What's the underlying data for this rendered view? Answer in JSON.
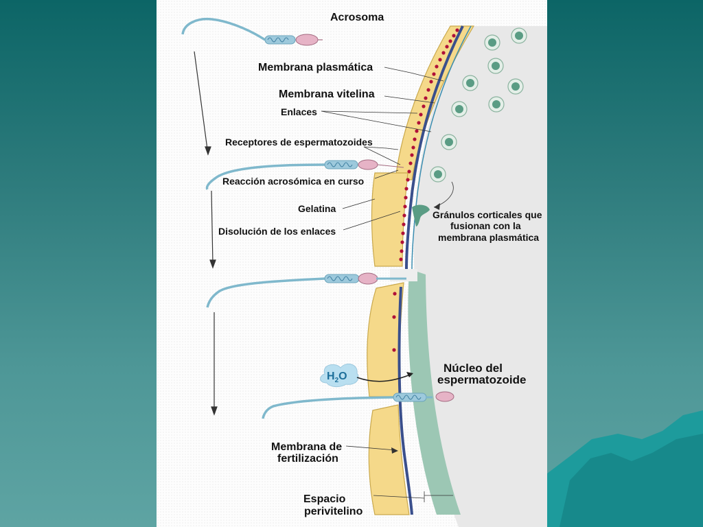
{
  "colors": {
    "slide_bg": "#0c6566",
    "jelly": "#f5d98a",
    "cytoplasm": "#e6e6e6",
    "perivitelline": "#9cc7b4",
    "membrane": "#3a4f8c",
    "receptor_dot": "#b01038",
    "sperm_tail": "#9dc9dc",
    "acrosome": "#e6b3c6",
    "granule": "#5a9c84"
  },
  "labels": {
    "acrosoma": "Acrosoma",
    "membrana_plasmatica": "Membrana plasmática",
    "membrana_vitelina": "Membrana vitelina",
    "enlaces": "Enlaces",
    "receptores": "Receptores de espermatozoides",
    "reaccion": "Reacción acrosómica en curso",
    "gelatina": "Gelatina",
    "disolucion": "Disolución de los enlaces",
    "granulos_1": "Gránulos corticales que",
    "granulos_2": "fusionan con la",
    "granulos_3": "membrana plasmática",
    "h2o_h": "H",
    "h2o_2": "2",
    "h2o_o": "O",
    "nucleo_1": "Núcleo del",
    "nucleo_2": "espermatozoide",
    "membrana_fert_1": "Membrana de",
    "membrana_fert_2": "fertilización",
    "espacio_1": "Espacio",
    "espacio_2": "perivitelino"
  }
}
